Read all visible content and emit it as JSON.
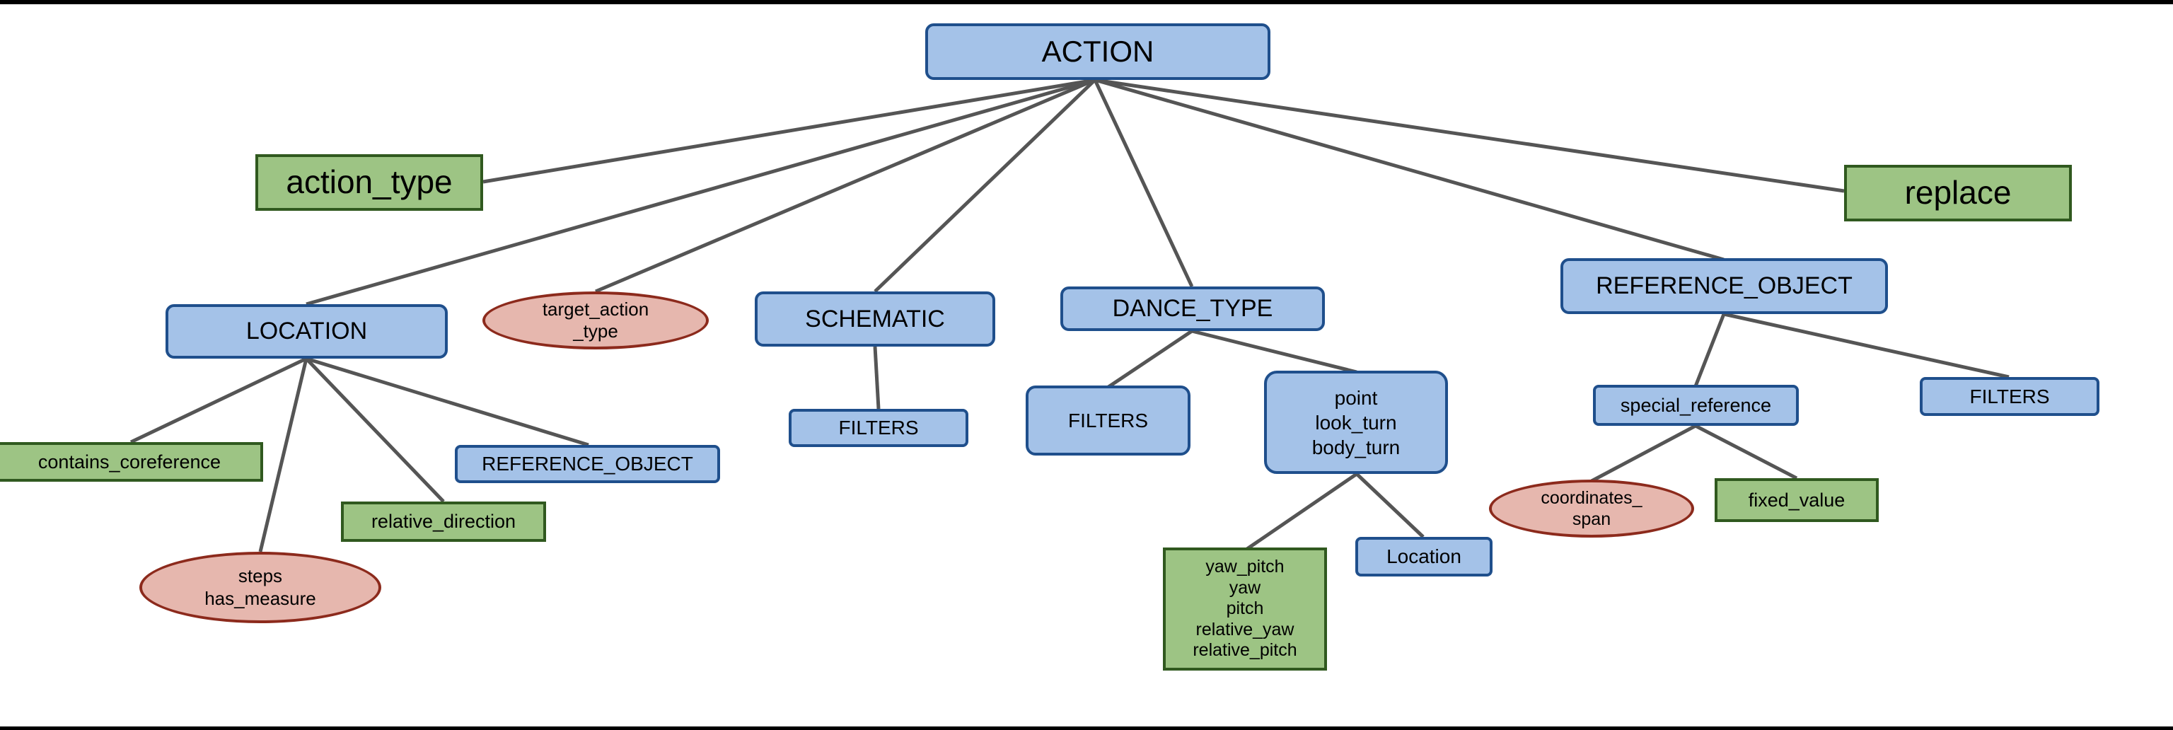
{
  "diagram": {
    "root": "ACTION",
    "action_type": "action_type",
    "replace": "replace",
    "location": {
      "title": "LOCATION",
      "contains_coreference": "contains_coreference",
      "steps": "steps\nhas_measure",
      "relative_direction": "relative_direction",
      "reference_object": "REFERENCE_OBJECT"
    },
    "target_action_type": "target_action\n_type",
    "schematic": {
      "title": "SCHEMATIC",
      "filters": "FILTERS"
    },
    "dance_type": {
      "title": "DANCE_TYPE",
      "filters": "FILTERS",
      "point": "point\nlook_turn\nbody_turn",
      "angles": "yaw_pitch\nyaw\npitch\nrelative_yaw\nrelative_pitch",
      "location": "Location"
    },
    "reference_object": {
      "title": "REFERENCE_OBJECT",
      "special_reference": "special_reference",
      "coordinates_span": "coordinates_\nspan",
      "fixed_value": "fixed_value",
      "filters": "FILTERS"
    }
  }
}
